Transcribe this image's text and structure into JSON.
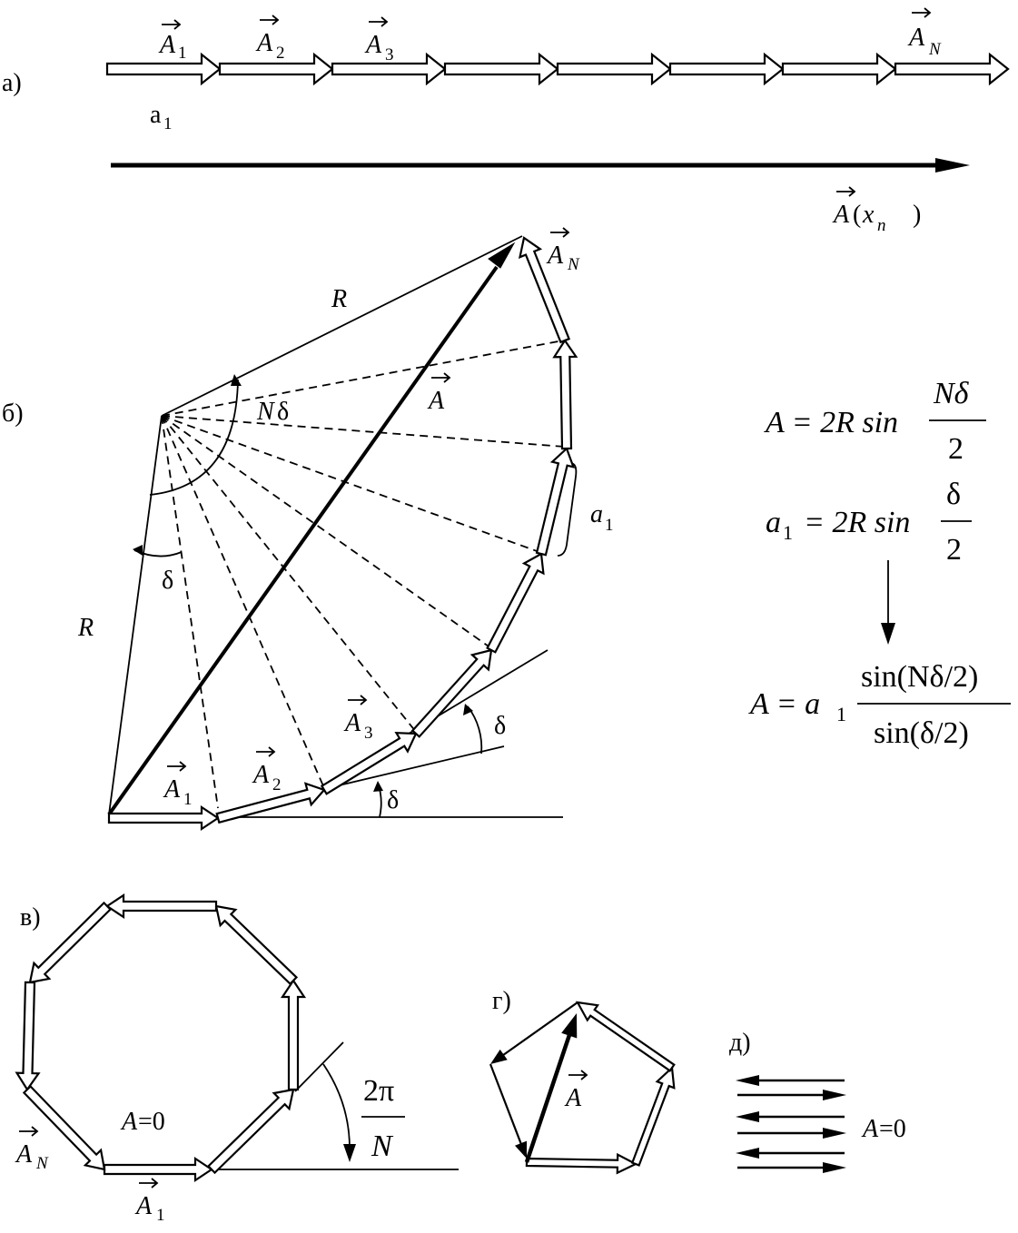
{
  "panels": {
    "a": "а)",
    "b": "б)",
    "v": "в)",
    "g": "г)",
    "d": "д)"
  },
  "labels": {
    "A": "A",
    "sub_1": "1",
    "sub_2": "2",
    "sub_3": "3",
    "sub_N": "N",
    "a1_plain": "a",
    "a1_plain_sub": "1",
    "A_xn_base": "A",
    "A_xn_open": "(",
    "A_xn_x": "x",
    "A_xn_sub": "n",
    "A_xn_close": ")",
    "R": "R",
    "N": "N",
    "delta": "δ",
    "a": "a",
    "A_zero": "A",
    "eq_zero": "=0",
    "two_pi": "2π",
    "frac_N": "N"
  },
  "formulas": {
    "f1_lhs": "A = 2R sin",
    "f1_num": "Nδ",
    "f1_den": "2",
    "f2_lhs_a": "a",
    "f2_lhs_sub": "1",
    "f2_rhs": "= 2R sin",
    "f2_num": "δ",
    "f2_den": "2",
    "f3_lhs": "A = a",
    "f3_sub": "1",
    "f3_num": "sin(Nδ/2)",
    "f3_den": "sin(δ/2)"
  }
}
